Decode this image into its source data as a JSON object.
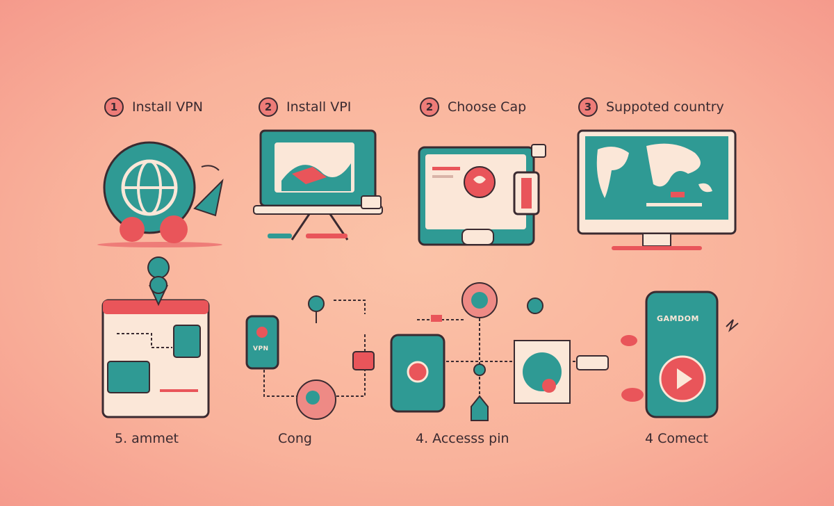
{
  "steps_top": [
    {
      "number": "1",
      "label": "Install VPN"
    },
    {
      "number": "2",
      "label": "Install VPI"
    },
    {
      "number": "2",
      "label": "Choose Cap"
    },
    {
      "number": "3",
      "label": "Suppoted country"
    }
  ],
  "steps_bottom": [
    {
      "label": "5. ammet"
    },
    {
      "label": "Cong"
    },
    {
      "label": "4. Accesss pin"
    },
    {
      "label": "4 Comect"
    }
  ],
  "phone_screen_text": "GAMDOM",
  "vpn_badge_text": "VPN",
  "colors": {
    "teal": "#2f9a94",
    "red": "#e9555a",
    "cream": "#fbe7d8",
    "outline": "#3a2a30",
    "background": "#f9b29b"
  }
}
